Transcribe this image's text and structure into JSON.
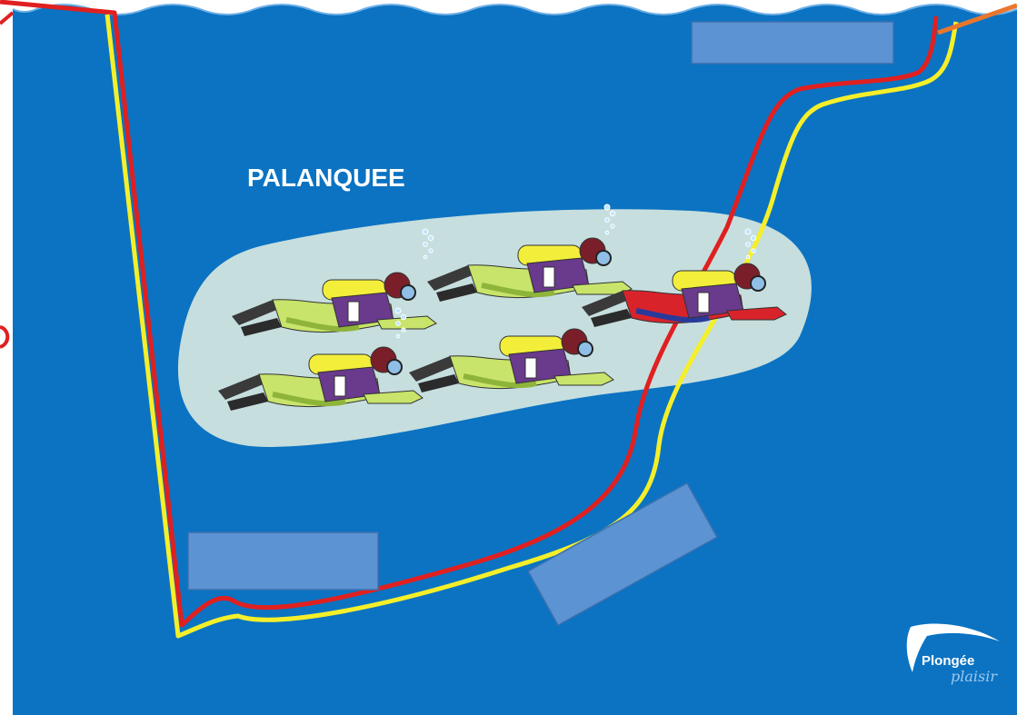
{
  "scene": {
    "title": "PALANQUEE",
    "logo": {
      "line1": "Plongée",
      "line2": "plaisir"
    },
    "colors": {
      "water": "#0b73c2",
      "group_zone": "#c6dede",
      "label_box": "#5b93d3",
      "line_red": "#e02020",
      "line_yellow": "#f5ef2a",
      "line_orange": "#e8772e"
    },
    "label_boxes": [
      {
        "name": "surface-label-box",
        "text": ""
      },
      {
        "name": "bottom-left-label-box",
        "text": ""
      },
      {
        "name": "ascent-label-box",
        "text": ""
      }
    ],
    "divers": [
      {
        "suit": "#c8e46a",
        "trim": "#8fb43a"
      },
      {
        "suit": "#c8e46a",
        "trim": "#8fb43a"
      },
      {
        "suit": "#c8e46a",
        "trim": "#8fb43a"
      },
      {
        "suit": "#c8e46a",
        "trim": "#8fb43a"
      },
      {
        "suit": "#d9232b",
        "trim": "#2a3a9a"
      }
    ]
  }
}
